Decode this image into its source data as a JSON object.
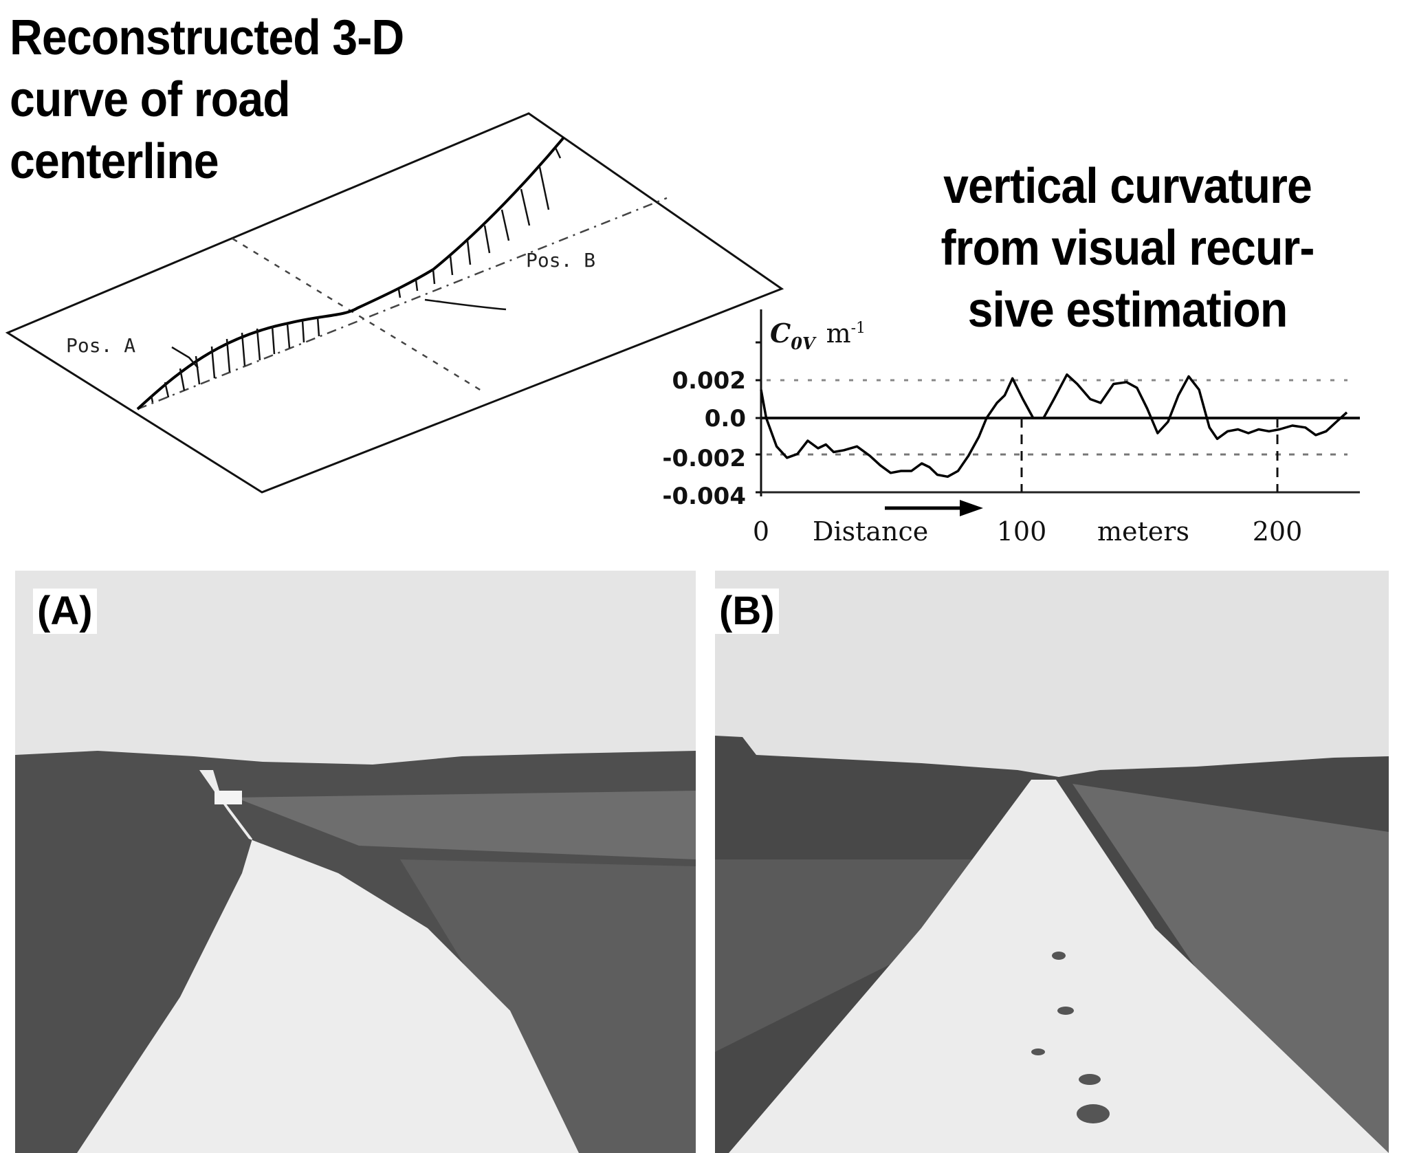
{
  "titles": {
    "left": [
      "Reconstructed 3-D",
      "curve of road",
      "centerline"
    ],
    "right": [
      "vertical curvature",
      "from visual recur-",
      "sive estimation"
    ]
  },
  "diagram": {
    "label_a": "Pos. A",
    "label_b": "Pos. B"
  },
  "chart": {
    "y_label_main": "C",
    "y_label_sub": "0V",
    "y_unit": "m",
    "y_unit_exp": "-1",
    "y_ticks": [
      "0.002",
      "0.0",
      "-0.002",
      "-0.004"
    ],
    "x_ticks": [
      "0",
      "100",
      "200"
    ],
    "x_label": "Distance",
    "x_unit": "meters"
  },
  "photos": {
    "a_label": "(A)",
    "b_label": "(B)"
  },
  "colors": {
    "ink": "#000000",
    "sky": "#e6e6e6",
    "road": "#ececec",
    "vegetation_dark": "#4a4a4a",
    "vegetation_mid": "#6e6e6e"
  },
  "chart_data": {
    "type": "line",
    "title": "vertical curvature from visual recursive estimation",
    "xlabel": "Distance (meters)",
    "ylabel": "C_0V m^-1",
    "xlim": [
      0,
      230
    ],
    "ylim": [
      -0.004,
      0.003
    ],
    "x_ticks": [
      0,
      100,
      200
    ],
    "y_ticks": [
      0.002,
      0.0,
      -0.002,
      -0.004
    ],
    "grid": "dotted horizontal at +/-0.002; dashed vertical at 100 and 200",
    "series": [
      {
        "name": "C_0V",
        "x": [
          0,
          2,
          6,
          10,
          14,
          18,
          22,
          25,
          28,
          32,
          37,
          42,
          46,
          50,
          54,
          58,
          62,
          65,
          68,
          72,
          76,
          80,
          84,
          87,
          91,
          94,
          97,
          101,
          105,
          109,
          113,
          118,
          122,
          127,
          131,
          136,
          141,
          145,
          149,
          153,
          157,
          161,
          165,
          169,
          173,
          176,
          180,
          184,
          188,
          192,
          196,
          200,
          205,
          210,
          214,
          218,
          222,
          226
        ],
        "y": [
          0.0015,
          0.0,
          -0.0015,
          -0.0021,
          -0.0019,
          -0.0012,
          -0.0016,
          -0.0014,
          -0.0018,
          -0.0017,
          -0.0015,
          -0.002,
          -0.0025,
          -0.0029,
          -0.0028,
          -0.0028,
          -0.0024,
          -0.0026,
          -0.003,
          -0.0031,
          -0.0028,
          -0.002,
          -0.001,
          0.0,
          0.0008,
          0.0012,
          0.0021,
          0.001,
          0.0,
          0.0,
          0.001,
          0.0023,
          0.0018,
          0.001,
          0.0008,
          0.0018,
          0.0019,
          0.0016,
          0.0005,
          -0.0008,
          -0.0002,
          0.0012,
          0.0022,
          0.0015,
          -0.0005,
          -0.0011,
          -0.0007,
          -0.0006,
          -0.0008,
          -0.0006,
          -0.0007,
          -0.0006,
          -0.0004,
          -0.0005,
          -0.0009,
          -0.0007,
          -0.0002,
          0.0003
        ]
      }
    ],
    "reference_lines": {
      "zero_line": 0.0,
      "dotted": [
        0.002,
        -0.002
      ],
      "vertical_dashed_x": [
        100,
        200
      ]
    },
    "annotation": "arrow indicating direction of Distance (left to right)"
  }
}
